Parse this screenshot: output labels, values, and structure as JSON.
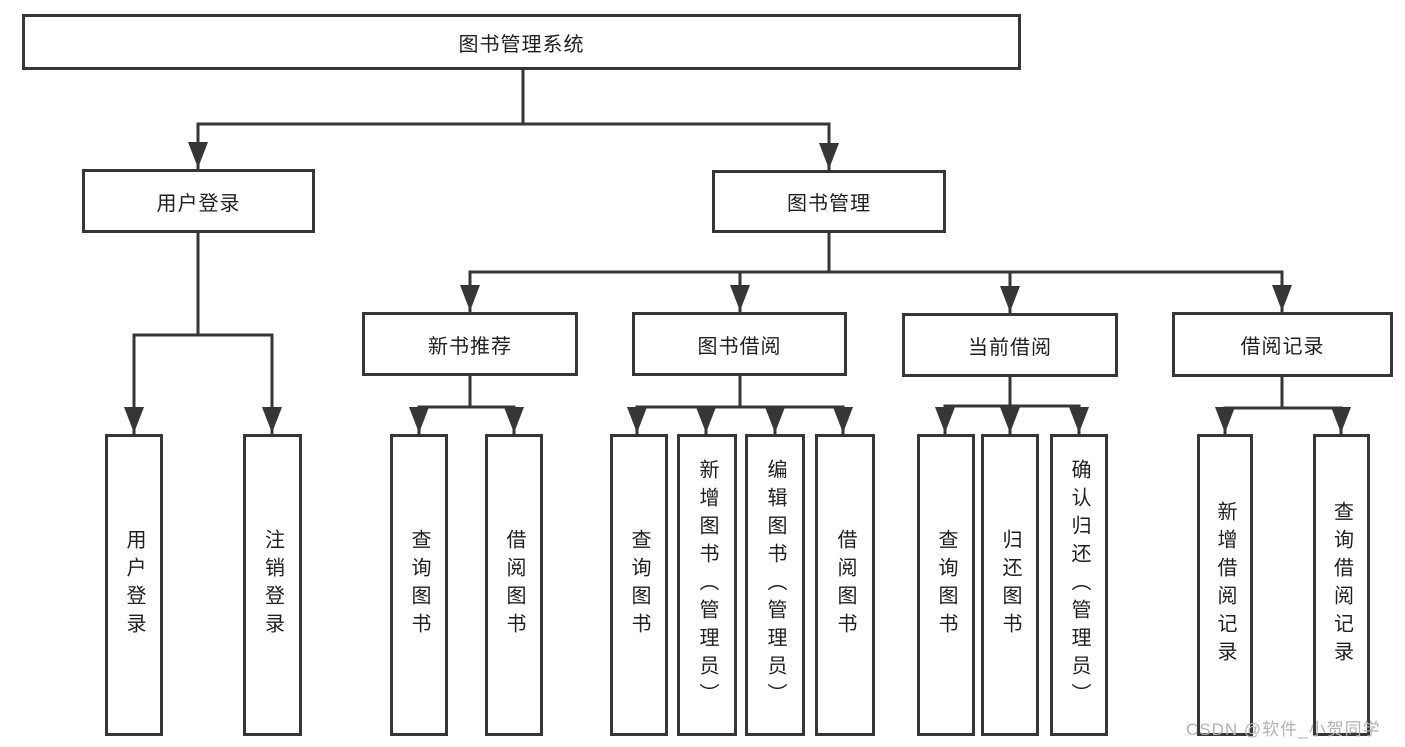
{
  "tree": {
    "label": "图书管理系统",
    "children": [
      {
        "label": "用户登录",
        "children": [
          {
            "label": "用户登录"
          },
          {
            "label": "注销登录"
          }
        ]
      },
      {
        "label": "图书管理",
        "children": [
          {
            "label": "新书推荐",
            "children": [
              {
                "label": "查询图书"
              },
              {
                "label": "借阅图书"
              }
            ]
          },
          {
            "label": "图书借阅",
            "children": [
              {
                "label": "查询图书"
              },
              {
                "label": "新增图书（管理员）"
              },
              {
                "label": "编辑图书（管理员）"
              },
              {
                "label": "借阅图书"
              }
            ]
          },
          {
            "label": "当前借阅",
            "children": [
              {
                "label": "查询图书"
              },
              {
                "label": "归还图书"
              },
              {
                "label": "确认归还（管理员）"
              }
            ]
          },
          {
            "label": "借阅记录",
            "children": [
              {
                "label": "新增借阅记录"
              },
              {
                "label": "查询借阅记录"
              }
            ]
          }
        ]
      }
    ]
  },
  "watermark": {
    "text": "CSDN @软件_小贺同学"
  },
  "colors": {
    "line": "#363636",
    "text": "#1f1f1f",
    "watermark": "#b3b3b3",
    "background": "#ffffff"
  }
}
